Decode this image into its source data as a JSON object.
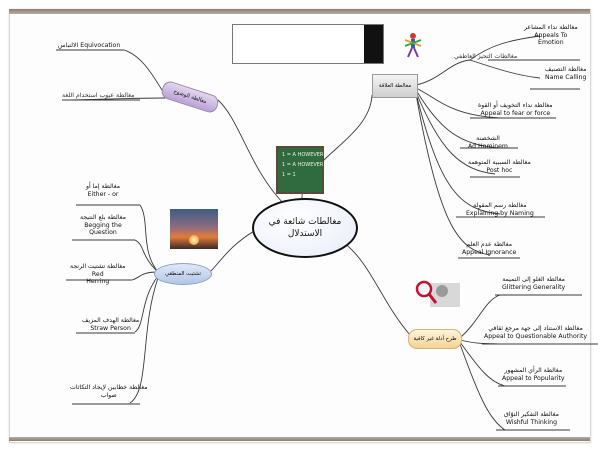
{
  "center": {
    "line1": "مغالطات شائعة في",
    "line2": "الاستدلال"
  },
  "branches": {
    "relevance": "مغالطة العلاقة",
    "language": "مغالطة الوضوح",
    "oversimplification": "تشتيت المنطقي",
    "weak_evidence": "طرح أدلة غير كافية"
  },
  "nodes": {
    "appeal_emotion": [
      "مغالطة نداء المشاعر",
      "Appeals To",
      "Emotion"
    ],
    "name_calling": [
      "مغالطة التصنيف",
      "Name Calling"
    ],
    "bias_header": "مغالطات التحيز العاطفي",
    "fear_force": [
      "مغالطة نداء التخويف أو القوة",
      "Appeal to fear or force"
    ],
    "ad_hominem": [
      "الشخصنة",
      "Ad Hominem"
    ],
    "post_hoc": [
      "مغالطة السببية المتوهمة",
      "Post hoc"
    ],
    "explaining_naming": [
      "مغالطة رسم المقولة",
      "Explaining by Naming"
    ],
    "appeal_ignorance": [
      "مغالطة عدم العلم",
      "Appeal Ignorance"
    ],
    "equivocation": "الالتباس Equivocation",
    "ambiguous_language": "مغالطة عيوب استخدام اللغة",
    "either_or": [
      "مغالطة إما أو",
      "Either - or"
    ],
    "begging_question": [
      "مغالطة بلع النتيجة",
      "Begging the",
      "Question"
    ],
    "red_herring": [
      "مغالطة تشتيت الرنجة",
      "Red",
      "Herring"
    ],
    "straw_person": [
      "مغالطة الهدف المزيف",
      "Straw Person"
    ],
    "false_cause": [
      "مغالطة خطابين لإيجاد التكاثات",
      "صواب"
    ],
    "glittering": [
      "مغالطة الغلو إلى التميمة",
      "Glittering Generality"
    ],
    "questionable_authority": [
      "مغالطة الاستناد إلى جهة مرجع ثقافي",
      "Appeal to Questionable Authority"
    ],
    "popularity": [
      "مغالطة الرأي المشهور",
      "Appeal to Popularity"
    ],
    "wishful": [
      "مغالطة التفكير التوّاق",
      "Wishful Thinking"
    ]
  },
  "board": [
    "1 = A HOWEVER",
    "1 = A HOWEVER",
    "1 = 1"
  ],
  "colors": {
    "line": "#3a3a3a",
    "center_border": "#111111"
  }
}
